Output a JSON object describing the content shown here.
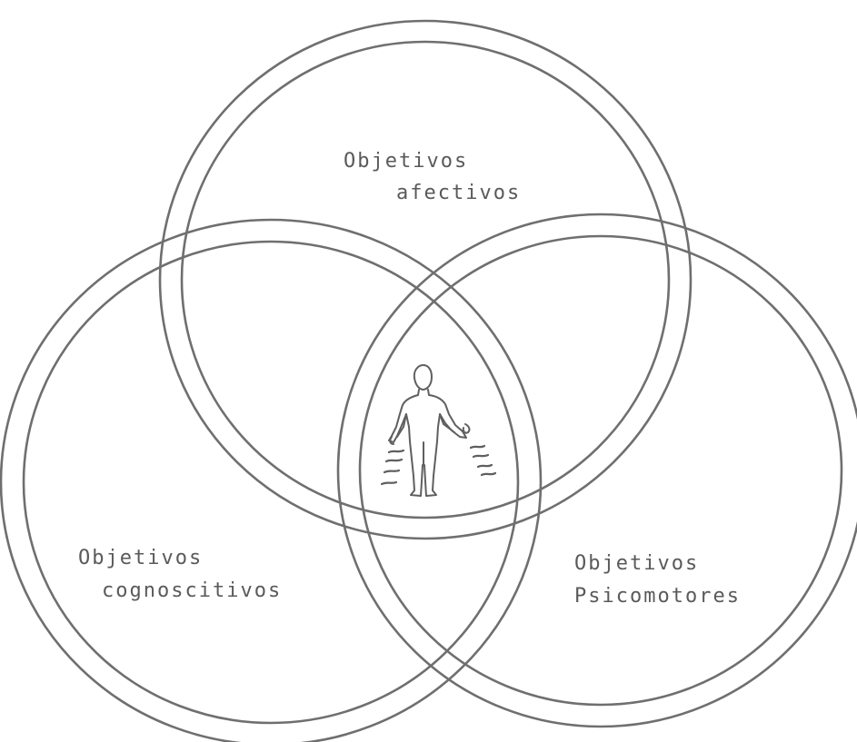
{
  "labels": {
    "affective": [
      "Objetivos",
      "afectivos"
    ],
    "cognitive": [
      "Objetivos",
      "cognoscitivos"
    ],
    "psychomotor": [
      "Objetivos",
      "Psicomotores"
    ]
  },
  "icons": {
    "center": "human-figure-icon"
  }
}
